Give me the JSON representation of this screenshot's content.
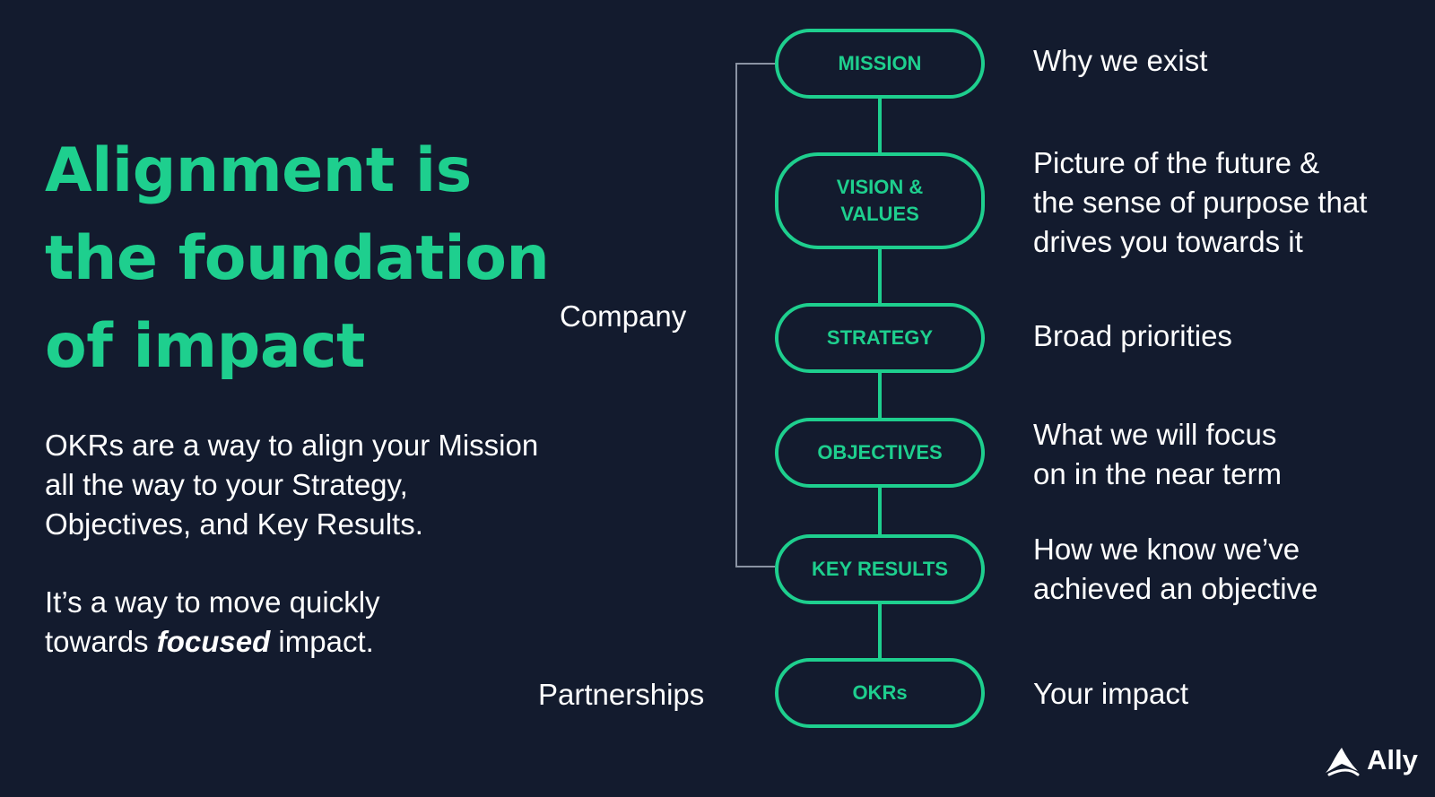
{
  "headline": {
    "lines": [
      "Alignment is",
      "the foundation",
      "of impact"
    ]
  },
  "intro": {
    "paragraph1": [
      "OKRs are a way to align your Mission",
      "all the way to your Strategy,",
      "Objectives, and Key Results."
    ],
    "paragraph2": {
      "line1": "It’s a way to move quickly",
      "line2_prefix": "towards ",
      "line2_emphasis": "focused",
      "line2_suffix": " impact."
    }
  },
  "side_labels": {
    "company": "Company",
    "partnerships": "Partnerships"
  },
  "levels": [
    {
      "label_lines": [
        "MISSION"
      ],
      "description_lines": [
        "Why we exist"
      ]
    },
    {
      "label_lines": [
        "VISION &",
        "VALUES"
      ],
      "description_lines": [
        "Picture of the future &",
        "the sense of purpose that",
        "drives you towards it"
      ]
    },
    {
      "label_lines": [
        "STRATEGY"
      ],
      "description_lines": [
        "Broad priorities"
      ]
    },
    {
      "label_lines": [
        "OBJECTIVES"
      ],
      "description_lines": [
        "What we will focus",
        "on in the near term"
      ]
    },
    {
      "label_lines": [
        "KEY RESULTS"
      ],
      "description_lines": [
        "How we know we’ve",
        "achieved an objective"
      ]
    },
    {
      "label_lines": [
        "OKRs"
      ],
      "description_lines": [
        "Your impact"
      ]
    }
  ],
  "brand": {
    "name": "Ally",
    "logo_icon": "ally-logo-icon"
  },
  "colors": {
    "background": "#131b2e",
    "accent": "#1ecf8e",
    "text": "#ffffff",
    "bracket": "#8a93a3"
  }
}
